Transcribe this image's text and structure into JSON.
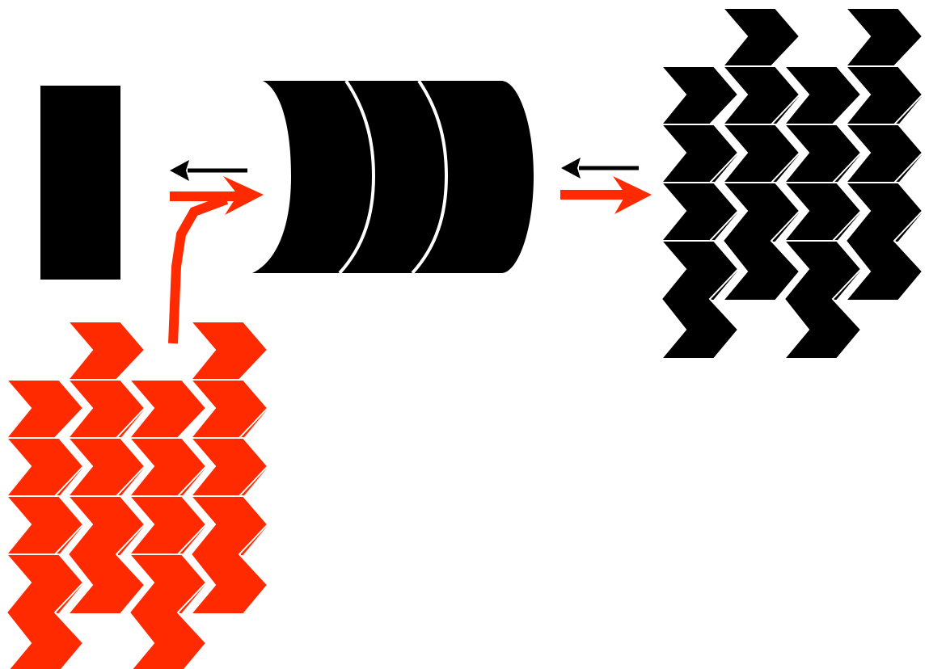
{
  "colors": {
    "background": "#ffffff",
    "dark": "#000000",
    "accent": "#ff2a00",
    "seam": "#ffffff"
  },
  "elements": {
    "block": {
      "icon": "rectangle-block",
      "color": "dark"
    },
    "stack": {
      "icon": "stacked-disc-cylinder",
      "segments": 3,
      "color": "dark"
    },
    "left_flow": {
      "icon": "bidirectional-arrow-pair",
      "upper": "dark-left-arrow",
      "lower": "accent-right-arrow"
    },
    "right_flow": {
      "icon": "bidirectional-arrow-pair",
      "upper": "dark-left-arrow",
      "lower": "accent-right-arrow"
    },
    "curved_flow": {
      "icon": "curved-up-arrow",
      "color": "accent"
    },
    "accent_tiling": {
      "icon": "chevron-tessellation",
      "color": "accent",
      "columns": 4,
      "rows": 4
    },
    "dark_tiling": {
      "icon": "chevron-tessellation",
      "color": "dark",
      "columns": 4,
      "rows": 4
    }
  }
}
